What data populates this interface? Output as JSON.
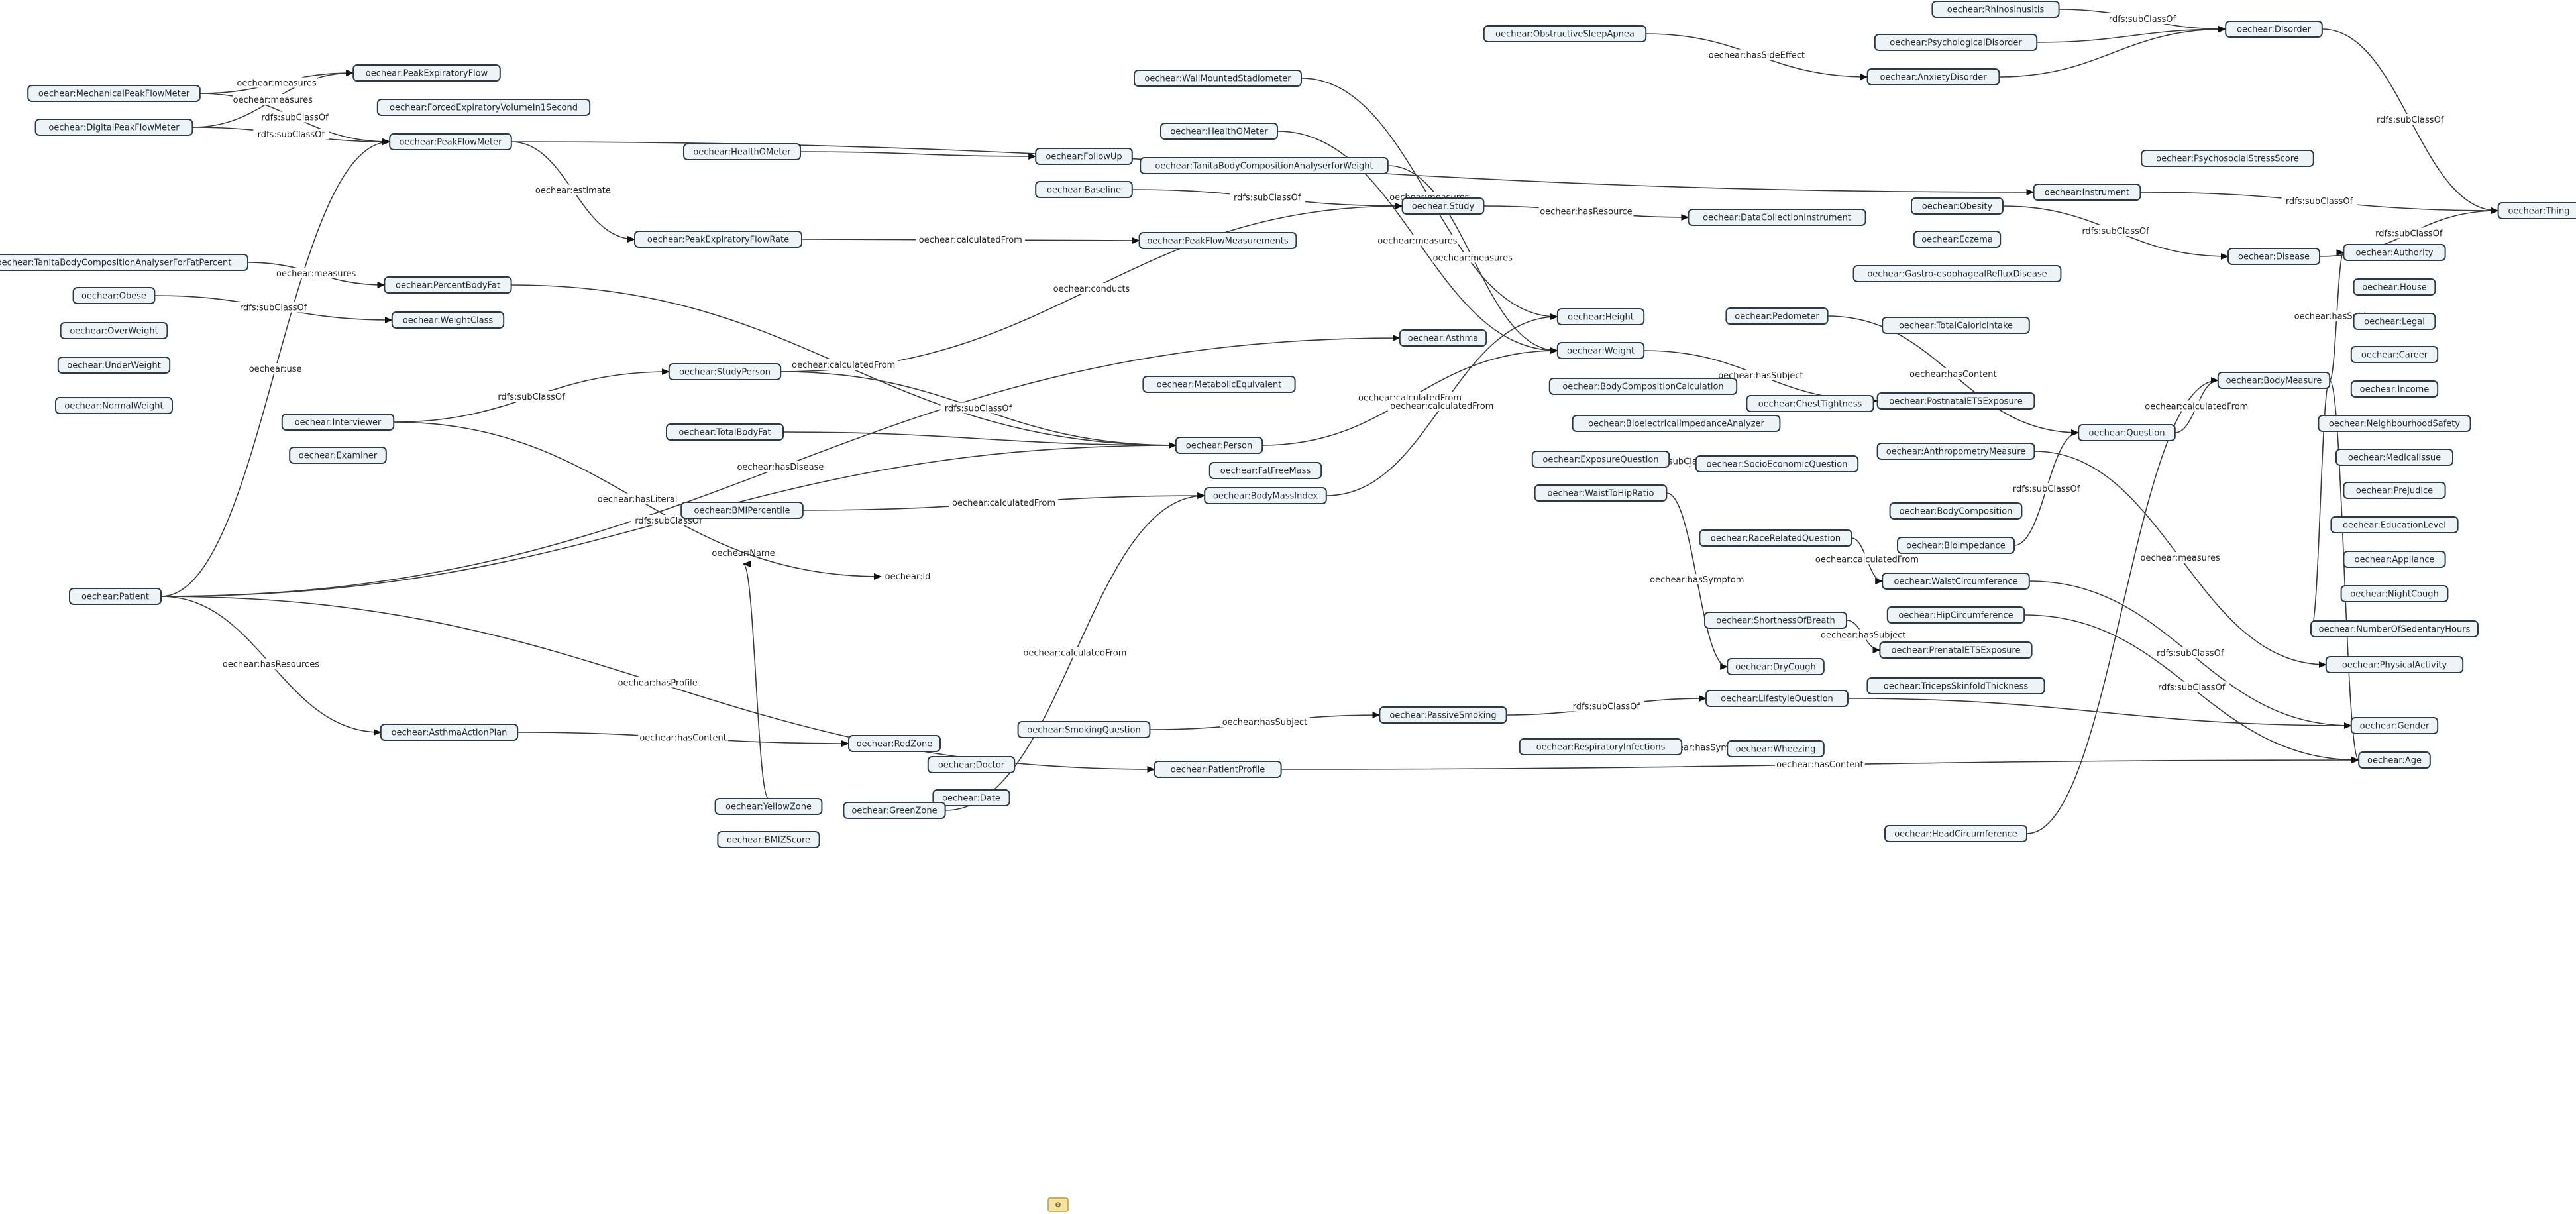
{
  "diagram": {
    "nodes": [
      {
        "id": "Rhinosinusitis",
        "label": "oechear:Rhinosinusitis"
      },
      {
        "id": "ObstructiveSleepApnea",
        "label": "oechear:ObstructiveSleepApnea"
      },
      {
        "id": "PsychologicalDisorder",
        "label": "oechear:PsychologicalDisorder"
      },
      {
        "id": "Disorder",
        "label": "oechear:Disorder"
      },
      {
        "id": "AnxietyDisorder",
        "label": "oechear:AnxietyDisorder"
      },
      {
        "id": "MechanicalPeakFlowMeter",
        "label": "oechear:MechanicalPeakFlowMeter"
      },
      {
        "id": "PeakExpiratoryFlow",
        "label": "oechear:PeakExpiratoryFlow"
      },
      {
        "id": "WallMountedStadiometer",
        "label": "oechear:WallMountedStadiometer"
      },
      {
        "id": "DigitalPeakFlowMeter",
        "label": "oechear:DigitalPeakFlowMeter"
      },
      {
        "id": "ForcedExpiratoryVolumeIn1Second",
        "label": "oechear:ForcedExpiratoryVolumeIn1Second"
      },
      {
        "id": "HealthOMeter",
        "label": "oechear:HealthOMeter"
      },
      {
        "id": "PeakFlowMeter",
        "label": "oechear:PeakFlowMeter"
      },
      {
        "id": "HealthOMeter2",
        "label": "oechear:HealthOMeter"
      },
      {
        "id": "FollowUp",
        "label": "oechear:FollowUp"
      },
      {
        "id": "TanitaBodyCompositionAnalyserforWeight",
        "label": "oechear:TanitaBodyCompositionAnalyserforWeight"
      },
      {
        "id": "PsychosocialStressScore",
        "label": "oechear:PsychosocialStressScore"
      },
      {
        "id": "Instrument",
        "label": "oechear:Instrument"
      },
      {
        "id": "Baseline",
        "label": "oechear:Baseline"
      },
      {
        "id": "Study",
        "label": "oechear:Study"
      },
      {
        "id": "Obesity",
        "label": "oechear:Obesity"
      },
      {
        "id": "Thing",
        "label": "oechear:Thing"
      },
      {
        "id": "DataCollectionInstrument",
        "label": "oechear:DataCollectionInstrument"
      },
      {
        "id": "PeakExpiratoryFlowRate",
        "label": "oechear:PeakExpiratoryFlowRate"
      },
      {
        "id": "PeakFlowMeasurements",
        "label": "oechear:PeakFlowMeasurements"
      },
      {
        "id": "Eczema",
        "label": "oechear:Eczema"
      },
      {
        "id": "Disease",
        "label": "oechear:Disease"
      },
      {
        "id": "TanitaBodyCompositionAnalyserForFatPercent",
        "label": "oechear:TanitaBodyCompositionAnalyserForFatPercent"
      },
      {
        "id": "GastroEsophagealRefluxDisease",
        "label": "oechear:Gastro-esophagealRefluxDisease"
      },
      {
        "id": "Authority",
        "label": "oechear:Authority"
      },
      {
        "id": "PercentBodyFat",
        "label": "oechear:PercentBodyFat"
      },
      {
        "id": "Obese",
        "label": "oechear:Obese"
      },
      {
        "id": "House",
        "label": "oechear:House"
      },
      {
        "id": "WeightClass",
        "label": "oechear:WeightClass"
      },
      {
        "id": "Height",
        "label": "oechear:Height"
      },
      {
        "id": "Pedometer",
        "label": "oechear:Pedometer"
      },
      {
        "id": "Legal",
        "label": "oechear:Legal"
      },
      {
        "id": "OverWeight",
        "label": "oechear:OverWeight"
      },
      {
        "id": "Asthma",
        "label": "oechear:Asthma"
      },
      {
        "id": "TotalCaloricIntake",
        "label": "oechear:TotalCaloricIntake"
      },
      {
        "id": "Career",
        "label": "oechear:Career"
      },
      {
        "id": "UnderWeight",
        "label": "oechear:UnderWeight"
      },
      {
        "id": "Weight",
        "label": "oechear:Weight"
      },
      {
        "id": "StudyPerson",
        "label": "oechear:StudyPerson"
      },
      {
        "id": "BodyMeasure",
        "label": "oechear:BodyMeasure"
      },
      {
        "id": "MetabolicEquivalent",
        "label": "oechear:MetabolicEquivalent"
      },
      {
        "id": "BodyCompositionCalculation",
        "label": "oechear:BodyCompositionCalculation"
      },
      {
        "id": "Income",
        "label": "oechear:Income"
      },
      {
        "id": "NormalWeight",
        "label": "oechear:NormalWeight"
      },
      {
        "id": "ChestTightness",
        "label": "oechear:ChestTightness"
      },
      {
        "id": "PostnatalETSExposure",
        "label": "oechear:PostnatalETSExposure"
      },
      {
        "id": "Interviewer",
        "label": "oechear:Interviewer"
      },
      {
        "id": "TotalBodyFat",
        "label": "oechear:TotalBodyFat"
      },
      {
        "id": "BioelectricalImpedanceAnalyzer",
        "label": "oechear:BioelectricalImpedanceAnalyzer"
      },
      {
        "id": "NeighbourhoodSafety",
        "label": "oechear:NeighbourhoodSafety"
      },
      {
        "id": "Question",
        "label": "oechear:Question"
      },
      {
        "id": "Person",
        "label": "oechear:Person"
      },
      {
        "id": "Examiner",
        "label": "oechear:Examiner"
      },
      {
        "id": "ExposureQuestion",
        "label": "oechear:ExposureQuestion"
      },
      {
        "id": "AnthropometryMeasure",
        "label": "oechear:AnthropometryMeasure"
      },
      {
        "id": "MedicalIssue",
        "label": "oechear:MedicalIssue"
      },
      {
        "id": "FatFreeMass",
        "label": "oechear:FatFreeMass"
      },
      {
        "id": "SocioEconomicQuestion",
        "label": "oechear:SocioEconomicQuestion"
      },
      {
        "id": "BodyMassIndex",
        "label": "oechear:BodyMassIndex"
      },
      {
        "id": "WaistToHipRatio",
        "label": "oechear:WaistToHipRatio"
      },
      {
        "id": "Prejudice",
        "label": "oechear:Prejudice"
      },
      {
        "id": "BMIPercentile",
        "label": "oechear:BMIPercentile"
      },
      {
        "id": "BodyComposition",
        "label": "oechear:BodyComposition"
      },
      {
        "id": "EducationLevel",
        "label": "oechear:EducationLevel"
      },
      {
        "id": "RaceRelatedQuestion",
        "label": "oechear:RaceRelatedQuestion"
      },
      {
        "id": "Bioimpedance",
        "label": "oechear:Bioimpedance"
      },
      {
        "id": "Appliance",
        "label": "oechear:Appliance"
      },
      {
        "id": "Patient",
        "label": "oechear:Patient"
      },
      {
        "id": "WaistCircumference",
        "label": "oechear:WaistCircumference"
      },
      {
        "id": "NightCough",
        "label": "oechear:NightCough"
      },
      {
        "id": "HipCircumference",
        "label": "oechear:HipCircumference"
      },
      {
        "id": "ShortnessOfBreath",
        "label": "oechear:ShortnessOfBreath"
      },
      {
        "id": "NumberOfSedentaryHours",
        "label": "oechear:NumberOfSedentaryHours"
      },
      {
        "id": "PrenatalETSExposure",
        "label": "oechear:PrenatalETSExposure"
      },
      {
        "id": "DryCough",
        "label": "oechear:DryCough"
      },
      {
        "id": "PhysicalActivity",
        "label": "oechear:PhysicalActivity"
      },
      {
        "id": "TricepsSkinfoldThickness",
        "label": "oechear:TricepsSkinfoldThickness"
      },
      {
        "id": "LifestyleQuestion",
        "label": "oechear:LifestyleQuestion"
      },
      {
        "id": "PassiveSmoking",
        "label": "oechear:PassiveSmoking"
      },
      {
        "id": "SmokingQuestion",
        "label": "oechear:SmokingQuestion"
      },
      {
        "id": "Gender",
        "label": "oechear:Gender"
      },
      {
        "id": "AsthmaActionPlan",
        "label": "oechear:AsthmaActionPlan"
      },
      {
        "id": "RedZone",
        "label": "oechear:RedZone"
      },
      {
        "id": "RespiratoryInfections",
        "label": "oechear:RespiratoryInfections"
      },
      {
        "id": "Wheezing",
        "label": "oechear:Wheezing"
      },
      {
        "id": "Age",
        "label": "oechear:Age"
      },
      {
        "id": "Doctor",
        "label": "oechear:Doctor"
      },
      {
        "id": "PatientProfile",
        "label": "oechear:PatientProfile"
      },
      {
        "id": "Date",
        "label": "oechear:Date"
      },
      {
        "id": "YellowZone",
        "label": "oechear:YellowZone"
      },
      {
        "id": "GreenZone",
        "label": "oechear:GreenZone"
      },
      {
        "id": "BMIZScore",
        "label": "oechear:BMIZScore"
      },
      {
        "id": "HeadCircumference",
        "label": "oechear:HeadCircumference"
      }
    ],
    "free_labels": [
      {
        "id": "id",
        "label": "oechear:id"
      },
      {
        "id": "Name",
        "label": "oechear:Name"
      }
    ],
    "edges": [
      {
        "from": "MechanicalPeakFlowMeter",
        "to": "PeakExpiratoryFlow",
        "label": "oechear:measures"
      },
      {
        "from": "DigitalPeakFlowMeter",
        "to": "PeakExpiratoryFlow",
        "label": "oechear:measures"
      },
      {
        "from": "MechanicalPeakFlowMeter",
        "to": "PeakFlowMeter",
        "label": "rdfs:subClassOf"
      },
      {
        "from": "DigitalPeakFlowMeter",
        "to": "PeakFlowMeter",
        "label": "rdfs:subClassOf"
      },
      {
        "from": "PeakFlowMeter",
        "to": "Instrument",
        "label": "rdfs:subClassOf"
      },
      {
        "from": "PeakFlowMeter",
        "to": "PeakExpiratoryFlowRate",
        "label": "oechear:estimate"
      },
      {
        "from": "WallMountedStadiometer",
        "to": "Height",
        "label": "oechear:measures"
      },
      {
        "from": "HealthOMeter",
        "to": "Weight",
        "label": "oechear:measures"
      },
      {
        "from": "HealthOMeter2",
        "to": "FollowUp",
        "label": ""
      },
      {
        "from": "ObstructiveSleepApnea",
        "to": "AnxietyDisorder",
        "label": "oechear:hasSideEffect"
      },
      {
        "from": "Rhinosinusitis",
        "to": "Disorder",
        "label": "rdfs:subClassOf"
      },
      {
        "from": "PsychologicalDisorder",
        "to": "Disorder",
        "label": ""
      },
      {
        "from": "AnxietyDisorder",
        "to": "Disorder",
        "label": ""
      },
      {
        "from": "Disorder",
        "to": "Thing",
        "label": "rdfs:subClassOf"
      },
      {
        "from": "Instrument",
        "to": "Thing",
        "label": "rdfs:subClassOf"
      },
      {
        "from": "Disease",
        "to": "Thing",
        "label": "rdfs:subClassOf"
      },
      {
        "from": "Obesity",
        "to": "Disease",
        "label": "rdfs:subClassOf"
      },
      {
        "from": "TanitaBodyCompositionAnalyserforWeight",
        "to": "Weight",
        "label": "oechear:measures"
      },
      {
        "from": "Baseline",
        "to": "Study",
        "label": "rdfs:subClassOf"
      },
      {
        "from": "Study",
        "to": "DataCollectionInstrument",
        "label": "oechear:hasResource"
      },
      {
        "from": "PeakExpiratoryFlowRate",
        "to": "PeakFlowMeasurements",
        "label": "oechear:calculatedFrom"
      },
      {
        "from": "TanitaBodyCompositionAnalyserForFatPercent",
        "to": "PercentBodyFat",
        "label": "oechear:measures"
      },
      {
        "from": "Obese",
        "to": "WeightClass",
        "label": "rdfs:subClassOf"
      },
      {
        "from": "PercentBodyFat",
        "to": "Person",
        "label": "oechear:calculatedFrom"
      },
      {
        "from": "Patient",
        "to": "PeakFlowMeter",
        "label": "oechear:use"
      },
      {
        "from": "Patient",
        "to": "Asthma",
        "label": "oechear:hasDisease"
      },
      {
        "from": "Interviewer",
        "to": "StudyPerson",
        "label": "rdfs:subClassOf"
      },
      {
        "from": "StudyPerson",
        "to": "Study",
        "label": "oechear:conducts"
      },
      {
        "from": "StudyPerson",
        "to": "Person",
        "label": "rdfs:subClassOf"
      },
      {
        "from": "TotalBodyFat",
        "to": "Person",
        "label": ""
      },
      {
        "from": "Person",
        "to": "Weight",
        "label": "oechear:calculatedFrom"
      },
      {
        "from": "BodyMassIndex",
        "to": "Height",
        "label": "oechear:calculatedFrom"
      },
      {
        "from": "Interviewer",
        "to": "id",
        "label": "oechear:hasLiteral"
      },
      {
        "from": "Patient",
        "to": "Person",
        "label": "rdfs:subClassOf"
      },
      {
        "from": "BMIPercentile",
        "to": "BodyMassIndex",
        "label": "oechear:calculatedFrom"
      },
      {
        "from": "Patient",
        "to": "AsthmaActionPlan",
        "label": "oechear:hasResources"
      },
      {
        "from": "Patient",
        "to": "PatientProfile",
        "label": "oechear:hasProfile"
      },
      {
        "from": "AsthmaActionPlan",
        "to": "RedZone",
        "label": "oechear:hasContent"
      },
      {
        "from": "SmokingQuestion",
        "to": "PassiveSmoking",
        "label": "oechear:hasSubject"
      },
      {
        "from": "PassiveSmoking",
        "to": "LifestyleQuestion",
        "label": "rdfs:subClassOf"
      },
      {
        "from": "PatientProfile",
        "to": "Age",
        "label": "oechear:hasContent"
      },
      {
        "from": "RespiratoryInfections",
        "to": "Wheezing",
        "label": "oechear:hasSymptom"
      },
      {
        "from": "WaistToHipRatio",
        "to": "DryCough",
        "label": "oechear:hasSymptom"
      },
      {
        "from": "BodyMeasure",
        "to": "Authority",
        "label": "oechear:hasSubject"
      },
      {
        "from": "Question",
        "to": "BodyMeasure",
        "label": "oechear:calculatedFrom"
      },
      {
        "from": "Pedometer",
        "to": "Question",
        "label": "oechear:hasContent"
      },
      {
        "from": "Weight",
        "to": "PostnatalETSExposure",
        "label": "oechear:hasSubject"
      },
      {
        "from": "ExposureQuestion",
        "to": "SocioEconomicQuestion",
        "label": "rdfs:subClassOf"
      },
      {
        "from": "AnthropometryMeasure",
        "to": "PhysicalActivity",
        "label": "oechear:measures"
      },
      {
        "from": "Bioimpedance",
        "to": "Question",
        "label": "rdfs:subClassOf"
      },
      {
        "from": "WaistCircumference",
        "to": "Gender",
        "label": "rdfs:subClassOf"
      },
      {
        "from": "HipCircumference",
        "to": "Age",
        "label": "rdfs:subClassOf"
      },
      {
        "from": "LifestyleQuestion",
        "to": "Gender",
        "label": ""
      },
      {
        "from": "BodyMeasure",
        "to": "NumberOfSedentaryHours",
        "label": ""
      },
      {
        "from": "BodyMeasure",
        "to": "Age",
        "label": ""
      },
      {
        "from": "RaceRelatedQuestion",
        "to": "WaistCircumference",
        "label": "oechear:calculatedFrom"
      },
      {
        "from": "ShortnessOfBreath",
        "to": "PrenatalETSExposure",
        "label": "oechear:hasSubject"
      },
      {
        "from": "HeadCircumference",
        "to": "BodyMeasure",
        "label": ""
      },
      {
        "from": "GreenZone",
        "to": "BodyMassIndex",
        "label": "oechear:calculatedFrom"
      },
      {
        "from": "YellowZone",
        "to": "Name",
        "label": ""
      }
    ]
  }
}
